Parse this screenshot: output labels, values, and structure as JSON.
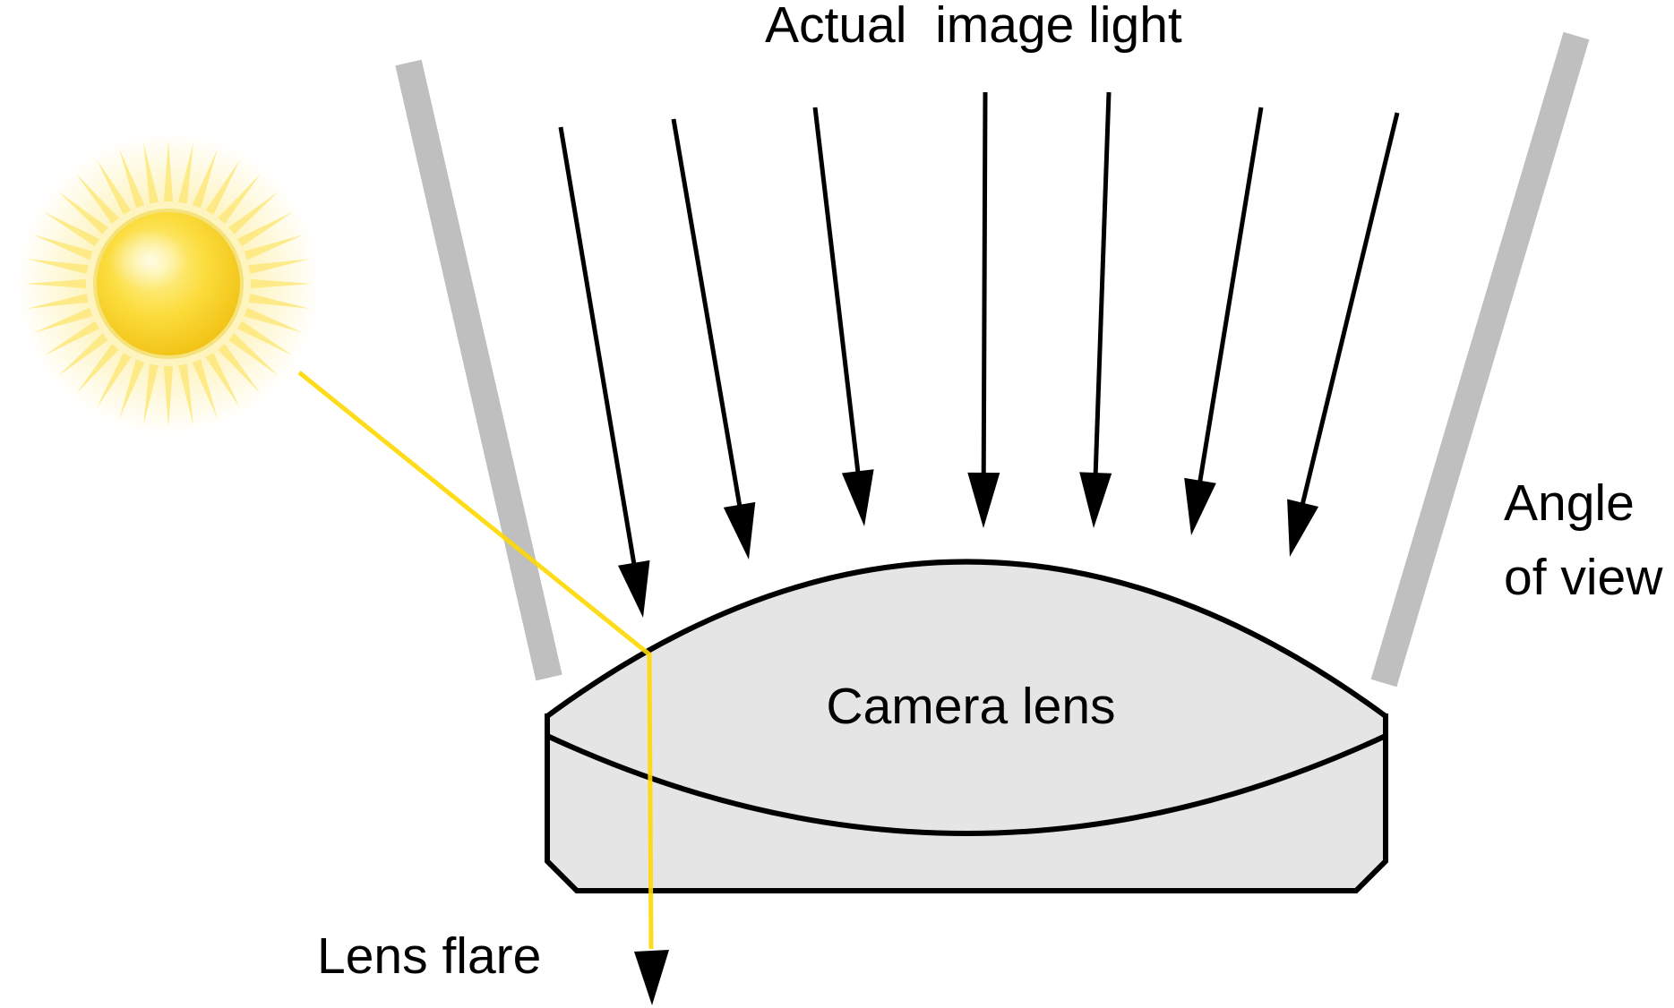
{
  "labels": {
    "top": "Actual  image light",
    "angle_line1": "Angle",
    "angle_line2": "of view",
    "lens": "Camera lens",
    "flare": "Lens flare"
  },
  "icons": {
    "sun": "sun-icon"
  },
  "colors": {
    "background": "#ffffff",
    "stroke": "#000000",
    "lens_fill": "#e5e5e5",
    "angle_bar": "#bfbfbf",
    "flare_ray": "#ffd800",
    "sun_core": "#f9d62a",
    "sun_rays": "#fde87a"
  }
}
